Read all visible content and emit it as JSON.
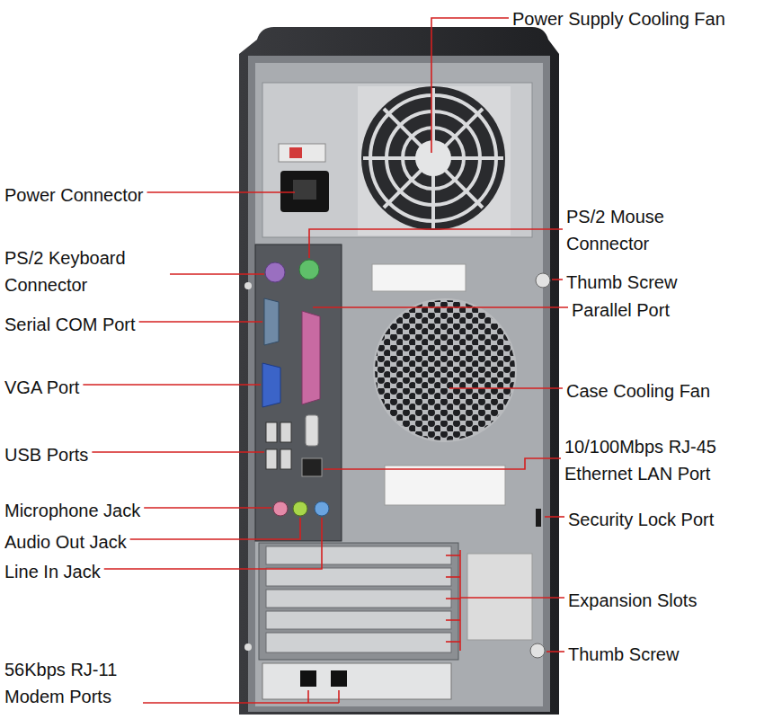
{
  "diagram": {
    "labels": [
      "Power Supply Cooling Fan",
      "Power Connector",
      "PS/2 Mouse Connector",
      "PS/2 Keyboard Connector",
      "Thumb Screw",
      "Serial COM Port",
      "Parallel Port",
      "VGA Port",
      "Case Cooling Fan",
      "USB Ports",
      "10/100Mbps RJ-45 Ethernet LAN Port",
      "Microphone Jack",
      "Security Lock Port",
      "Audio Out Jack",
      "Line In Jack",
      "Expansion Slots",
      "Thumb Screw",
      "56Kbps RJ-11 Modem Ports"
    ]
  }
}
